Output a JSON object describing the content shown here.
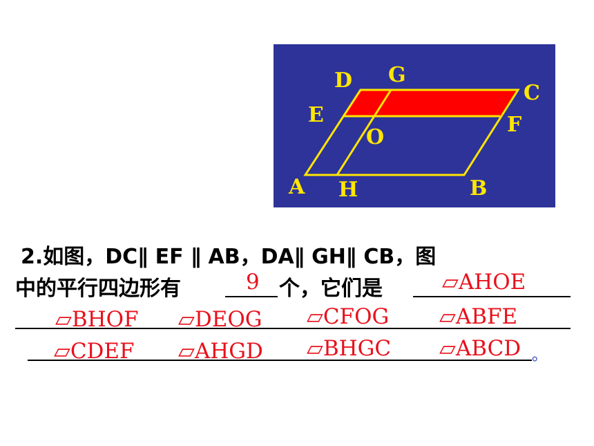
{
  "figure": {
    "labels": {
      "D": "D",
      "G": "G",
      "C": "C",
      "E": "E",
      "F": "F",
      "O": "O",
      "A": "A",
      "H": "H",
      "B": "B"
    },
    "colors": {
      "background": "#2e3399",
      "lines": "#ffe600",
      "shaded": "#ff0000"
    }
  },
  "question": {
    "line1_prefix": "2.如图，DC∥ EF ∥ AB，DA∥ GH∥ CB，图",
    "line2_prefix": "中的平行四边形有",
    "count_answer": "9",
    "line2_middle": "个，它们是",
    "period": "。"
  },
  "answers": [
    "▱AHOE",
    "▱BHOF",
    "▱DEOG",
    "▱CFOG",
    "▱ABFE",
    "▱CDEF",
    "▱AHGD",
    "▱BHGC",
    "▱ABCD"
  ]
}
